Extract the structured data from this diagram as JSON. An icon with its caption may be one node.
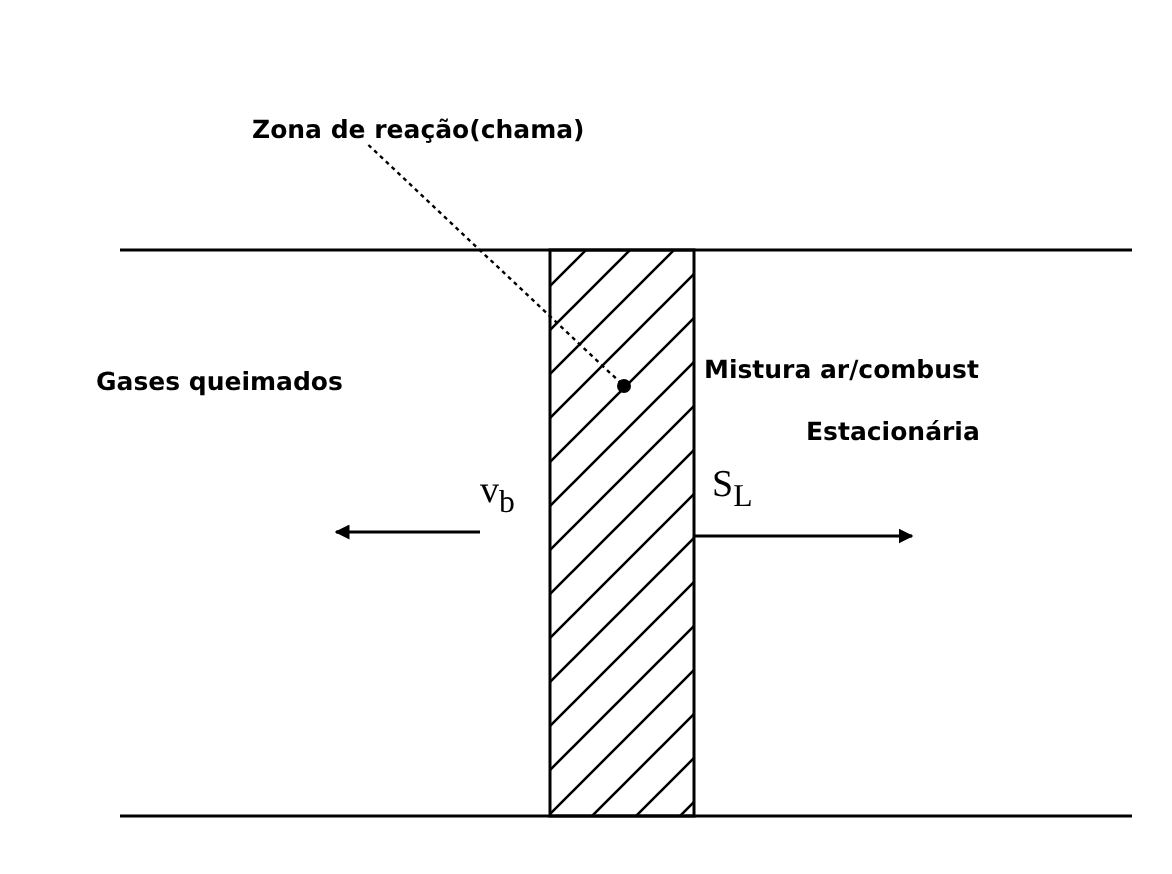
{
  "diagram": {
    "nodes": [
      {
        "text": [
          "Zona de reação(chama)"
        ]
      },
      {
        "text": [],
        "shape": "bar"
      }
    ],
    "edges": [
      {
        "from": 0,
        "to": 1,
        "arrow": "other",
        "style": "dashed"
      }
    ],
    "labels": [
      "Gases queimados",
      "Mistura ar/combust",
      "Estacionária",
      "v$_{b}$",
      "S$_{L}$"
    ]
  }
}
